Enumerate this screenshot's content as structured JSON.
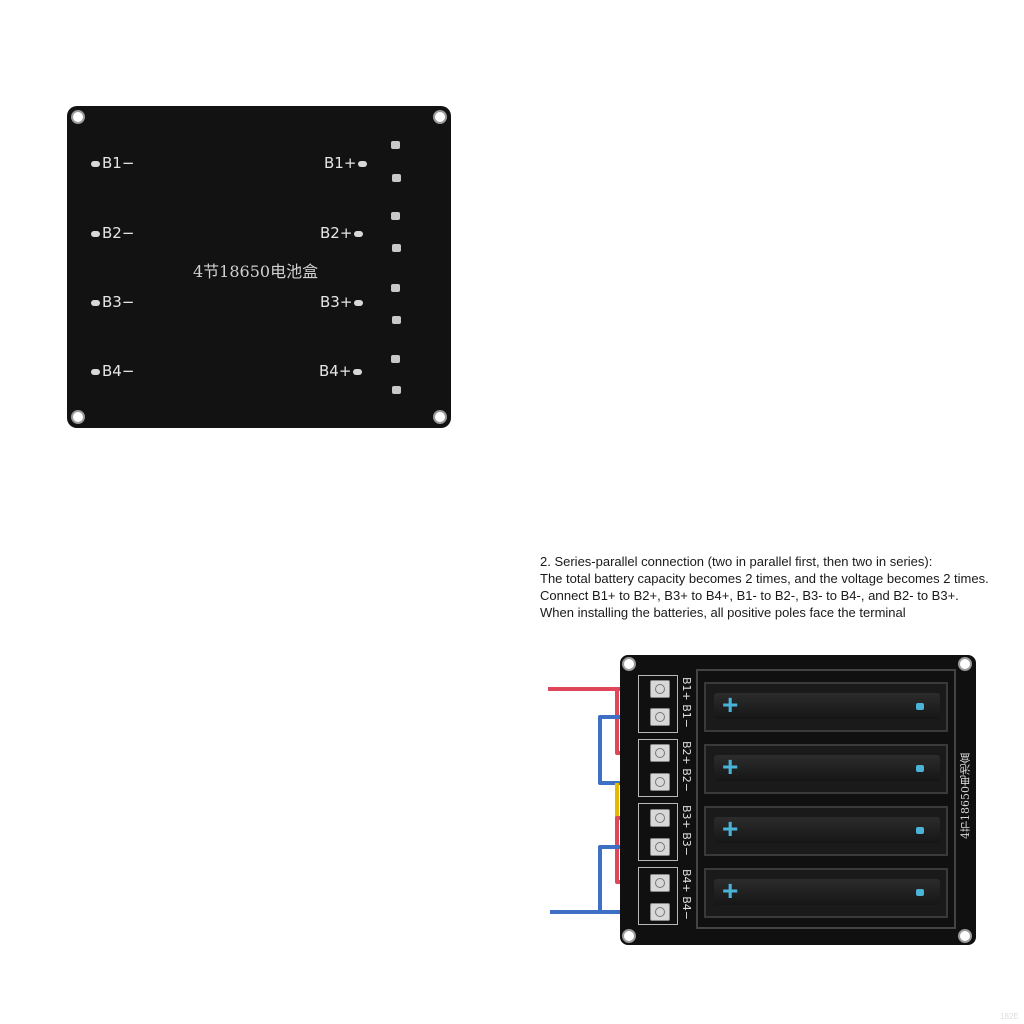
{
  "back_board": {
    "title": "4节18650电池盒",
    "pads_left": [
      "B1−",
      "B2−",
      "B3−",
      "B4−"
    ],
    "pads_right": [
      "B1+",
      "B2+",
      "B3+",
      "B4+"
    ]
  },
  "description": {
    "lines": [
      "2. Series-parallel connection (two in parallel first, then two in series):",
      "The total battery capacity becomes 2 times, and the voltage becomes 2 times.",
      "Connect B1+ to B2+, B3+ to B4+, B1- to B2-, B3- to B4-, and B2- to B3+.",
      "When installing the batteries, all positive poles face the terminal"
    ]
  },
  "front_board": {
    "terminals": [
      "B1+ B1−",
      "B2+ B2−",
      "B3+ B3−",
      "B4+ B4−"
    ],
    "side_label": "4节18650电池盒",
    "plus_symbol": "+"
  },
  "colors": {
    "positive_wire": "#e0465a",
    "negative_wire": "#3d6fc4",
    "bridge_wire": "#e6b800",
    "board": "#101010",
    "polarity_mark": "#4ab3d8"
  },
  "watermark": "182E"
}
